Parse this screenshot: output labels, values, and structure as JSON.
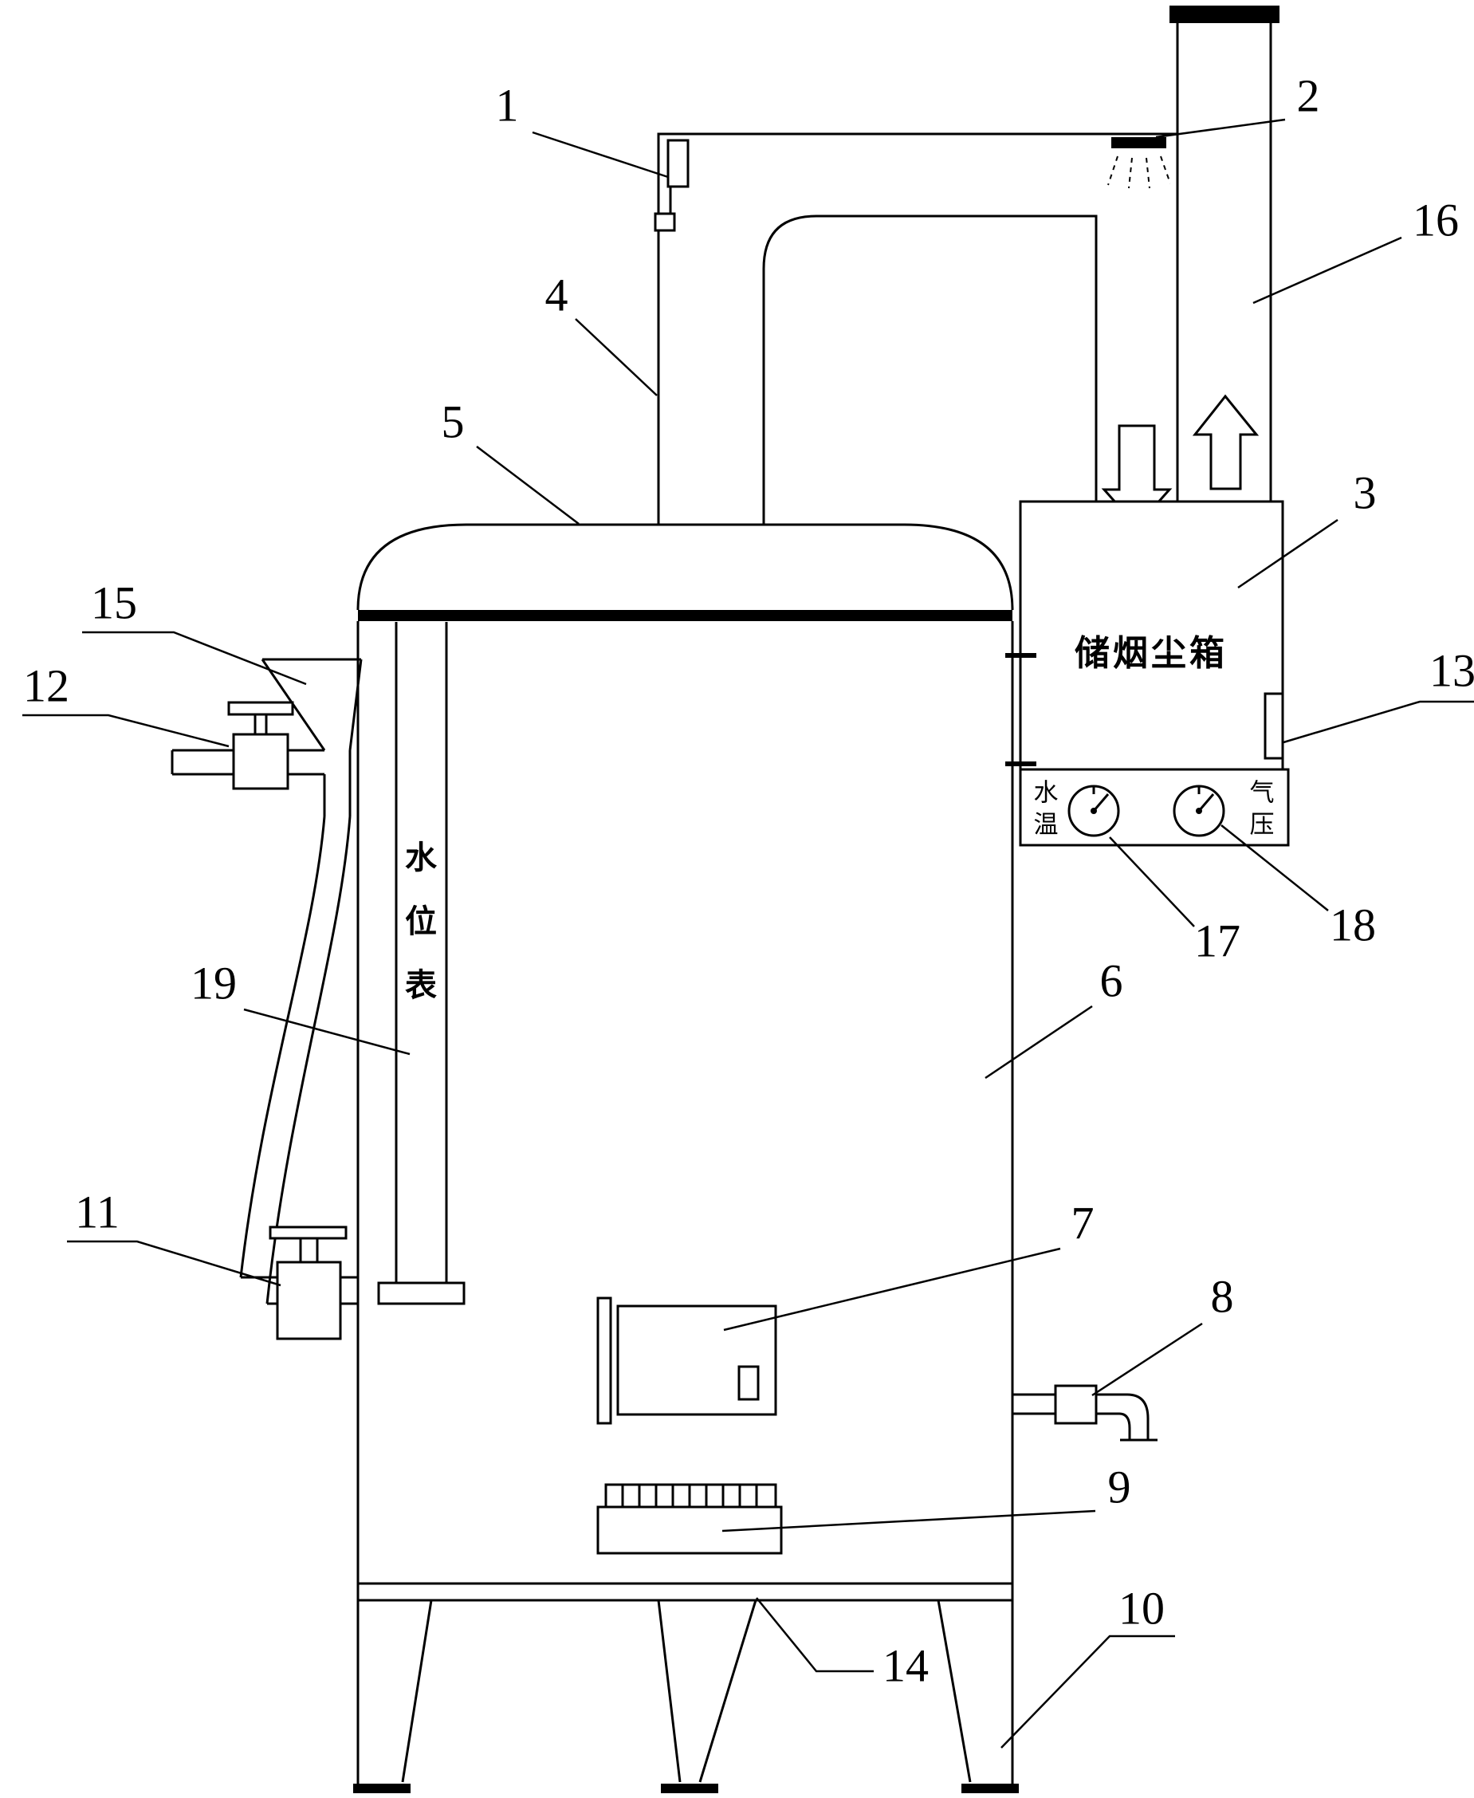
{
  "figure": {
    "background": "#ffffff",
    "line_color": "#000000",
    "ref_numbers": {
      "1": "1",
      "2": "2",
      "3": "3",
      "4": "4",
      "5": "5",
      "6": "6",
      "7": "7",
      "8": "8",
      "9": "9",
      "10": "10",
      "11": "11",
      "12": "12",
      "13": "13",
      "14": "14",
      "15": "15",
      "16": "16",
      "17": "17",
      "18": "18",
      "19": "19"
    },
    "annotations": {
      "dust_box_label": "储烟尘箱",
      "water_level_gauge": {
        "c0": "水",
        "c1": "位",
        "c2": "表"
      },
      "water_temp": {
        "c0": "水",
        "c1": "温"
      },
      "air_pressure": {
        "c0": "气",
        "c1": "压"
      }
    }
  }
}
